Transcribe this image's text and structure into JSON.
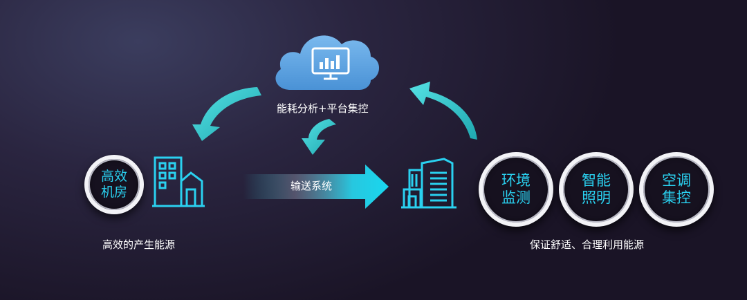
{
  "cloud": {
    "label": "能耗分析+平台集控",
    "icon": "monitor-chart-icon"
  },
  "source": {
    "circle": [
      "高效",
      "机房"
    ],
    "caption": "高效的产生能源",
    "icon": "factory-building-icon"
  },
  "transport": {
    "label": "输送系统"
  },
  "consumer": {
    "icon": "office-building-icon",
    "caption": "保证舒适、合理利用能源"
  },
  "systems": [
    {
      "lines": [
        "环境",
        "监测"
      ]
    },
    {
      "lines": [
        "智能",
        "照明"
      ]
    },
    {
      "lines": [
        "空调",
        "集控"
      ]
    }
  ],
  "colors": {
    "accent": "#2ad1f0",
    "cloud": "#5aa9e6",
    "arrow": "#2ec9cf"
  }
}
